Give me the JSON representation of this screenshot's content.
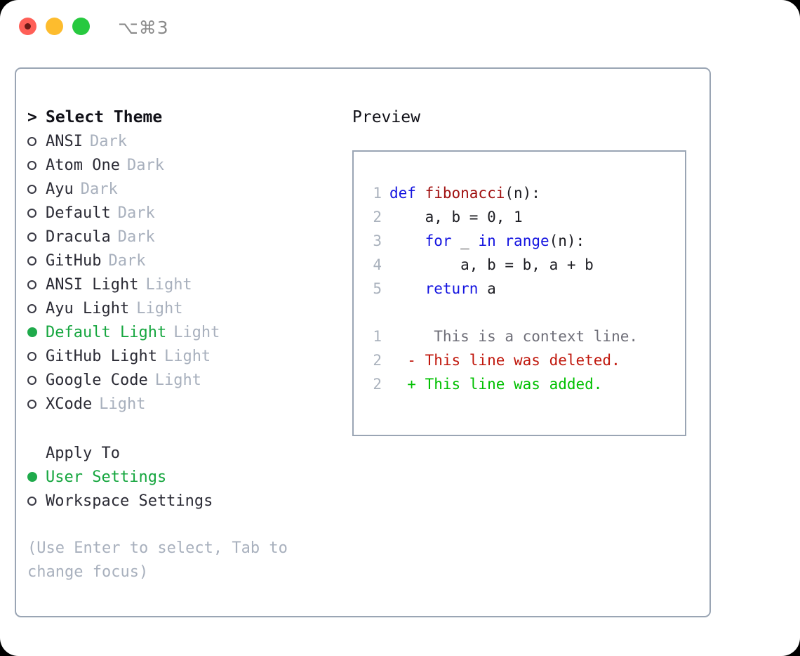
{
  "titlebar": {
    "shortcut": "⌥⌘3",
    "lights": [
      "close-red",
      "minimize-yellow",
      "maximize-green"
    ]
  },
  "theme_picker": {
    "header_marker": ">",
    "header_label": "Select Theme",
    "selected_marker": "●",
    "unselected_marker": "○",
    "items": [
      {
        "marker": "○",
        "name": "ANSI",
        "category": "Dark",
        "selected": false
      },
      {
        "marker": "○",
        "name": "Atom One",
        "category": "Dark",
        "selected": false
      },
      {
        "marker": "○",
        "name": "Ayu",
        "category": "Dark",
        "selected": false
      },
      {
        "marker": "○",
        "name": "Default",
        "category": "Dark",
        "selected": false
      },
      {
        "marker": "○",
        "name": "Dracula",
        "category": "Dark",
        "selected": false
      },
      {
        "marker": "○",
        "name": "GitHub",
        "category": "Dark",
        "selected": false
      },
      {
        "marker": "○",
        "name": "ANSI Light",
        "category": "Light",
        "selected": false
      },
      {
        "marker": "○",
        "name": "Ayu Light",
        "category": "Light",
        "selected": false
      },
      {
        "marker": "●",
        "name": "Default Light",
        "category": "Light",
        "selected": true
      },
      {
        "marker": "○",
        "name": "GitHub Light",
        "category": "Light",
        "selected": false
      },
      {
        "marker": "○",
        "name": "Google Code",
        "category": "Light",
        "selected": false
      },
      {
        "marker": "○",
        "name": "XCode",
        "category": "Light",
        "selected": false
      }
    ]
  },
  "apply_to": {
    "header_label": "Apply To",
    "items": [
      {
        "marker": "●",
        "label": "User Settings",
        "selected": true
      },
      {
        "marker": "○",
        "label": "Workspace Settings",
        "selected": false
      }
    ]
  },
  "hint": "(Use Enter to select, Tab to change focus)",
  "preview": {
    "title": "Preview",
    "code_lines": [
      {
        "lineno": "1",
        "spans": [
          {
            "text": "def ",
            "type": "kw"
          },
          {
            "text": "fibonacci",
            "type": "fn"
          },
          {
            "text": "(n):",
            "type": "plain"
          }
        ]
      },
      {
        "lineno": "2",
        "spans": [
          {
            "text": "    a, b = 0, 1",
            "type": "plain"
          }
        ]
      },
      {
        "lineno": "3",
        "spans": [
          {
            "text": "    ",
            "type": "plain"
          },
          {
            "text": "for",
            "type": "kw"
          },
          {
            "text": " _ ",
            "type": "plain"
          },
          {
            "text": "in",
            "type": "kw"
          },
          {
            "text": " ",
            "type": "plain"
          },
          {
            "text": "range",
            "type": "kw"
          },
          {
            "text": "(n):",
            "type": "plain"
          }
        ]
      },
      {
        "lineno": "4",
        "spans": [
          {
            "text": "        a, b = b, a + b",
            "type": "plain"
          }
        ]
      },
      {
        "lineno": "5",
        "spans": [
          {
            "text": "    ",
            "type": "plain"
          },
          {
            "text": "return",
            "type": "kw"
          },
          {
            "text": " a",
            "type": "plain"
          }
        ]
      }
    ],
    "diff_lines": [
      {
        "lineno": "1",
        "sign": " ",
        "text": "  This is a context line.",
        "kind": "ctx"
      },
      {
        "lineno": "2",
        "sign": "-",
        "text": " This line was deleted.",
        "kind": "del"
      },
      {
        "lineno": "2",
        "sign": "+",
        "text": " This line was added.",
        "kind": "add"
      }
    ]
  },
  "colors": {
    "accent_green": "#16a63f",
    "muted_gray": "#a8b0bd",
    "border": "#9aa5b4",
    "keyword_blue": "#1414e0",
    "function_red": "#a01010",
    "diff_add_green": "#00c000",
    "diff_del_red": "#c0170c",
    "diff_ctx_gray": "#6e6e78"
  }
}
